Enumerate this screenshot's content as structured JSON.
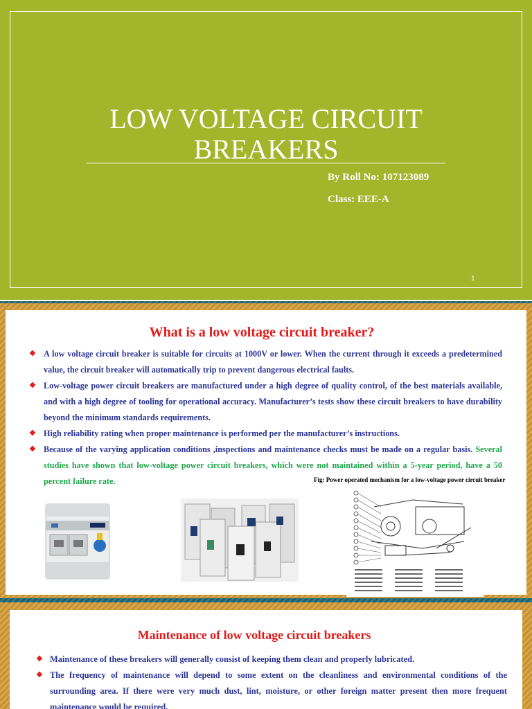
{
  "slide1": {
    "title_line1": "LOW VOLTAGE CIRCUIT",
    "title_line2": "BREAKERS",
    "roll": "By Roll No: 107123089",
    "class": "Class: EEE-A",
    "page_number": "1"
  },
  "slide2": {
    "title": "What is a low voltage circuit breaker?",
    "bullet1": "A low voltage circuit breaker is suitable for circuits at 1000V or lower. When the current through it exceeds a predetermined value, the circuit breaker will automatically trip to prevent dangerous electrical faults.",
    "bullet2": "Low-voltage power circuit breakers are manufactured under a high degree of quality control, of the best materials available, and with a high degree of tooling for operational accuracy. Manufacturer’s tests show these circuit breakers to have durability beyond the minimum standards requirements.",
    "bullet3": "High reliability rating when proper maintenance is performed per the manufacturer’s instructions.",
    "bullet4_part1": "Because of the varying application conditions ,inspections and maintenance checks must be made on a regular basis. ",
    "bullet4_part2": "Several studies have shown that low-voltage power circuit breakers, which were not maintained within a 5-year period, have a 50 percent failure rate.",
    "fig_caption": "Fig: Power operated mechanism for a low-voltage power circuit breaker"
  },
  "slide3": {
    "title": "Maintenance of low voltage circuit breakers",
    "bullet1": "Maintenance of these breakers will generally consist of keeping them clean and properly lubricated.",
    "bullet2": "The frequency of maintenance will depend to some extent on the cleanliness and environmental conditions of the surrounding area. If there were very much dust, lint, moisture, or other foreign matter present then more frequent maintenance would be required."
  },
  "colors": {
    "slide1_bg": "#a3b52b",
    "heading_red": "#e11a1a",
    "body_blue": "#2b3594",
    "highlight_green": "#1ea64a"
  }
}
